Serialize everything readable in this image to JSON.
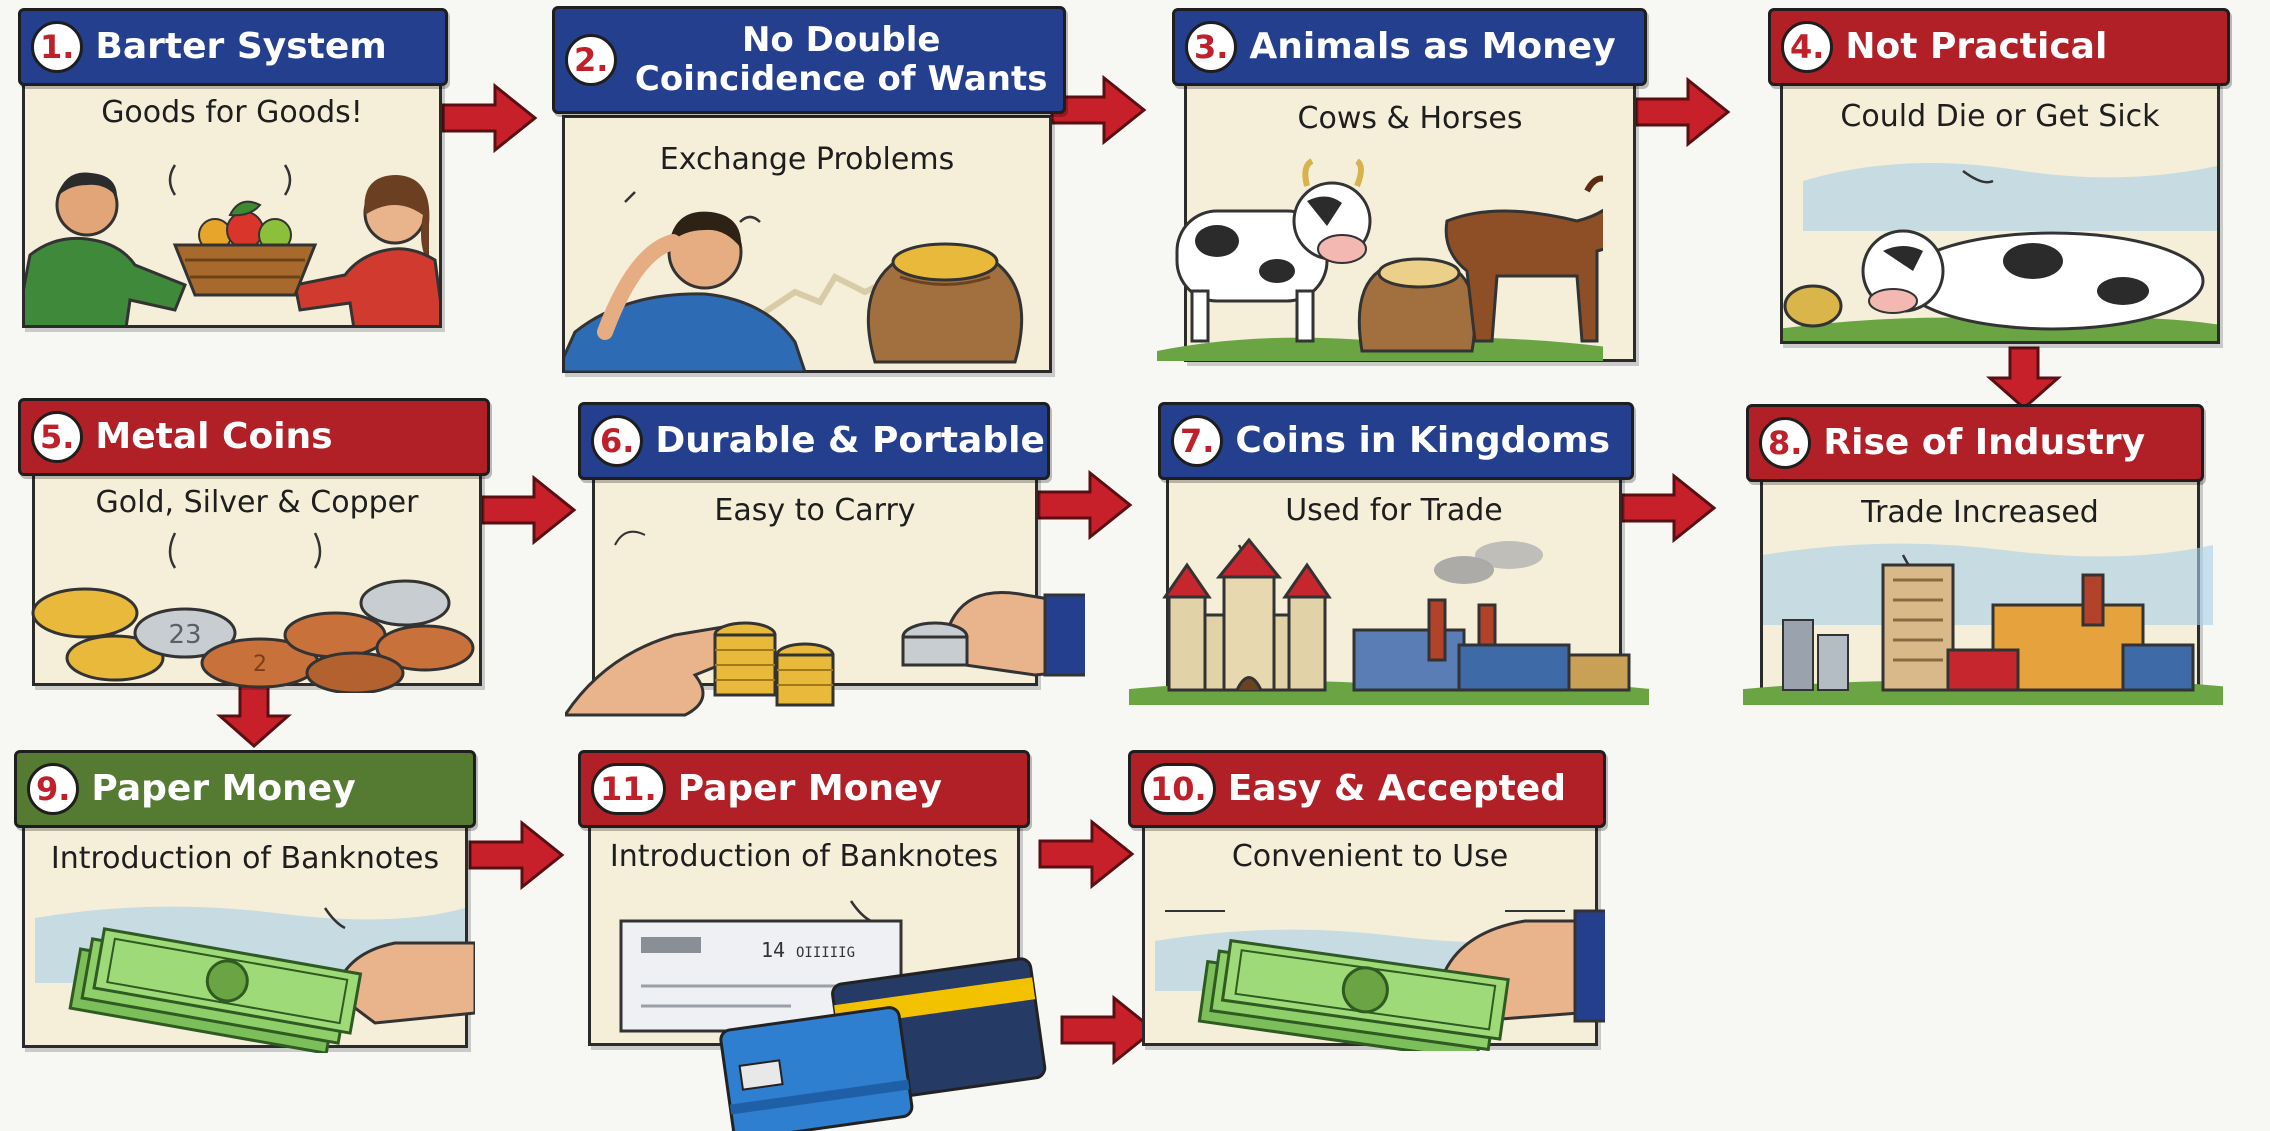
{
  "steps": [
    {
      "num": "1.",
      "title": "Barter System",
      "caption": "Goods for Goods!",
      "color": "#243f8e"
    },
    {
      "num": "2.",
      "title": "No Double Coincidence of Wants",
      "caption": "Exchange Problems",
      "color": "#243f8e"
    },
    {
      "num": "3.",
      "title": "Animals as Money",
      "caption": "Cows & Horses",
      "color": "#243f8e"
    },
    {
      "num": "4.",
      "title": "Not Practical",
      "caption": "Could Die or Get Sick",
      "color": "#b11f27"
    },
    {
      "num": "5.",
      "title": "Metal Coins",
      "caption": "Gold, Silver & Copper",
      "color": "#b11f27"
    },
    {
      "num": "6.",
      "title": "Durable & Portable",
      "caption": "Easy to Carry",
      "color": "#243f8e"
    },
    {
      "num": "7.",
      "title": "Coins in Kingdoms",
      "caption": "Used for Trade",
      "color": "#243f8e"
    },
    {
      "num": "8.",
      "title": "Rise of Industry",
      "caption": "Trade Increased",
      "color": "#b11f27"
    },
    {
      "num": "9.",
      "title": "Paper Money",
      "caption": "Introduction of Banknotes",
      "color": "#557a32"
    },
    {
      "num": "11.",
      "title": "Paper Money",
      "caption": "Introduction of Banknotes",
      "color": "#b11f27"
    },
    {
      "num": "10.",
      "title": "Easy & Accepted",
      "caption": "Convenient to Use",
      "color": "#b11f27"
    }
  ],
  "illustrations": {
    "coin_marks": [
      "23",
      "2"
    ],
    "cheque_marks": [
      "14",
      "OIIIIIG"
    ]
  },
  "palette": {
    "arrow": "#c8202a",
    "panel": "#f5eed9",
    "grass": "#6aa443",
    "sky": "#a9cfe8"
  }
}
